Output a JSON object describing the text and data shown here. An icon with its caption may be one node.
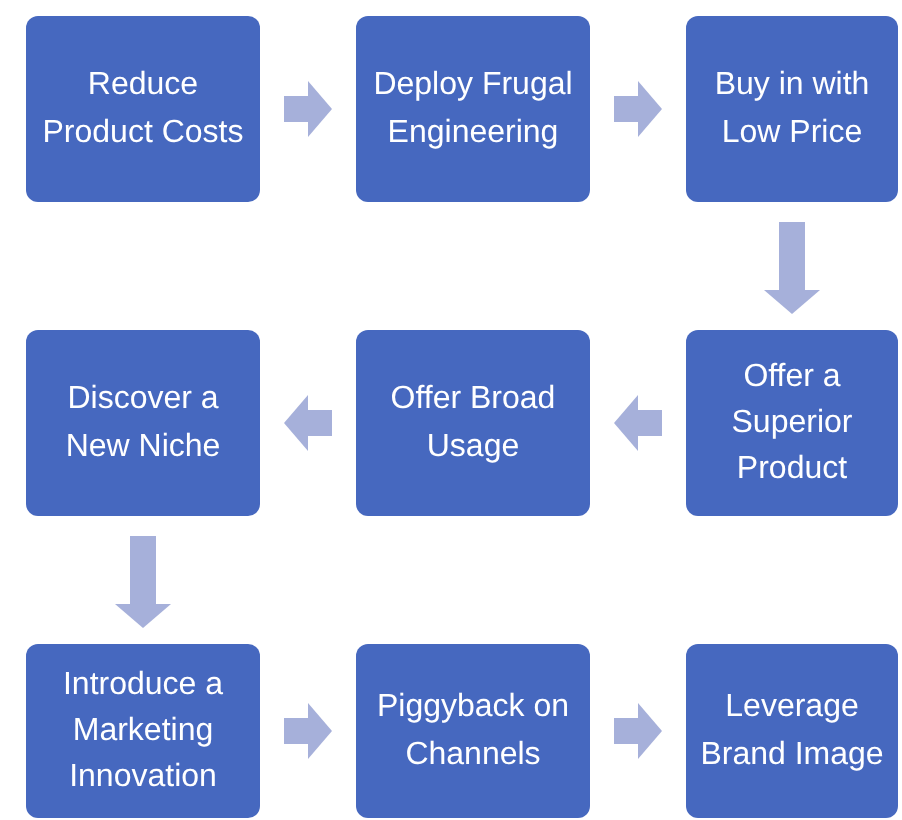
{
  "diagram": {
    "nodes": [
      {
        "text": [
          "Reduce Product Costs"
        ]
      },
      {
        "text": [
          "Deploy Frugal Engineering"
        ]
      },
      {
        "text": [
          "Buy in with Low Price"
        ]
      },
      {
        "text": [
          "Discover a New Niche"
        ]
      },
      {
        "text": [
          "Offer Broad Usage"
        ]
      },
      {
        "text": [
          "Offer a Superior Product"
        ]
      },
      {
        "text": [
          "Introduce a Marketing Innovation"
        ]
      },
      {
        "text": [
          "Piggyback on Channels"
        ]
      },
      {
        "text": [
          "Leverage Brand Image"
        ]
      }
    ],
    "edges": [
      {
        "from": 0,
        "to": 1,
        "arrow": "to"
      },
      {
        "from": 1,
        "to": 2,
        "arrow": "to"
      },
      {
        "from": 2,
        "to": 5,
        "arrow": "to"
      },
      {
        "from": 5,
        "to": 4,
        "arrow": "to"
      },
      {
        "from": 4,
        "to": 3,
        "arrow": "to"
      },
      {
        "from": 3,
        "to": 6,
        "arrow": "to"
      },
      {
        "from": 6,
        "to": 7,
        "arrow": "to"
      },
      {
        "from": 7,
        "to": 8,
        "arrow": "to"
      }
    ]
  }
}
